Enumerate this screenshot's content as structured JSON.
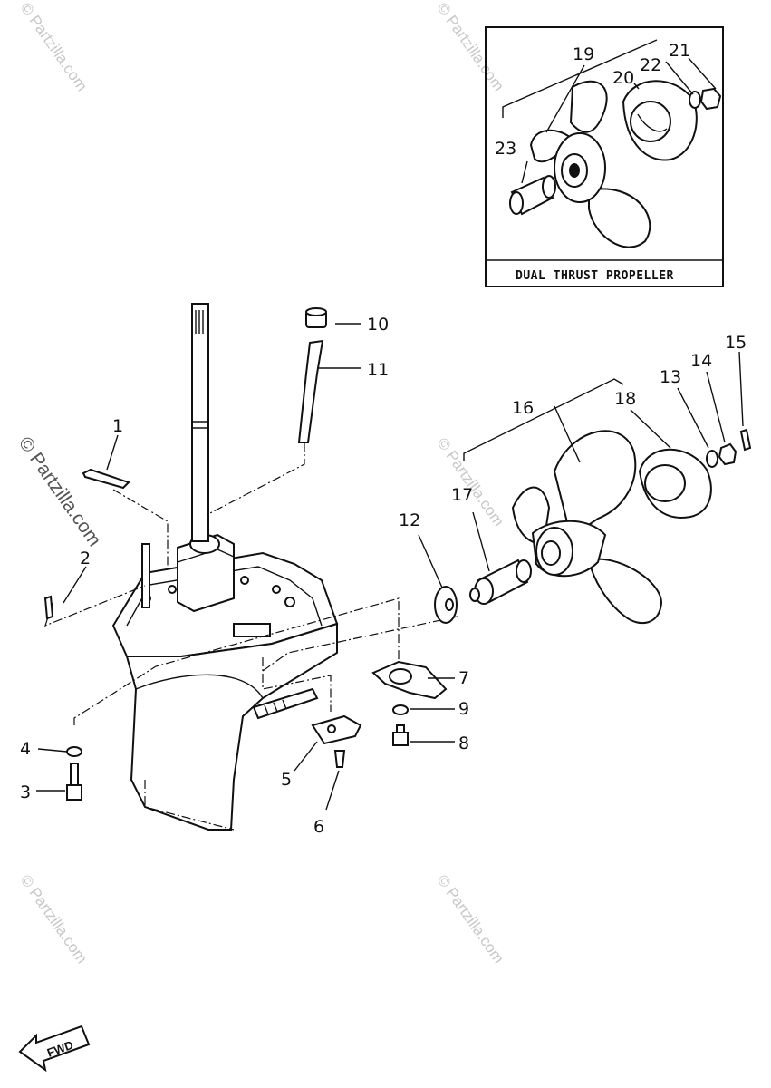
{
  "inset": {
    "title": "DUAL THRUST PROPELLER"
  },
  "labels": {
    "p1": "1",
    "p2": "2",
    "p3": "3",
    "p4": "4",
    "p5": "5",
    "p6": "6",
    "p7": "7",
    "p8": "8",
    "p9": "9",
    "p10": "10",
    "p11": "11",
    "p12": "12",
    "p13": "13",
    "p14": "14",
    "p15": "15",
    "p16": "16",
    "p17": "17",
    "p18": "18",
    "p19": "19",
    "p20": "20",
    "p21": "21",
    "p22": "22",
    "p23": "23"
  },
  "watermark": {
    "text": "© Partzilla.com"
  },
  "fwd": {
    "label": "FWD"
  }
}
